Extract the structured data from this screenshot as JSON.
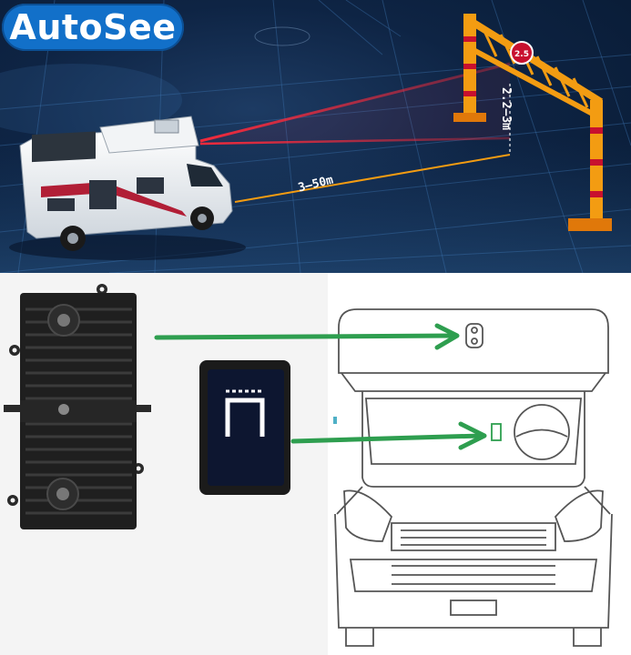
{
  "brand": {
    "logo_text": "AutoSee",
    "logo_color": "#1270c9"
  },
  "scene": {
    "distance_label": "3–50m",
    "height_label": "2.2–3m",
    "laser_color": "#e8192c",
    "dimension_line_color": "#f39c12",
    "barrier_colors": [
      "#f39c12",
      "#c8102e"
    ]
  },
  "illustration": {
    "arrow_color": "#2e9e4f",
    "line_art_color": "#555555"
  }
}
